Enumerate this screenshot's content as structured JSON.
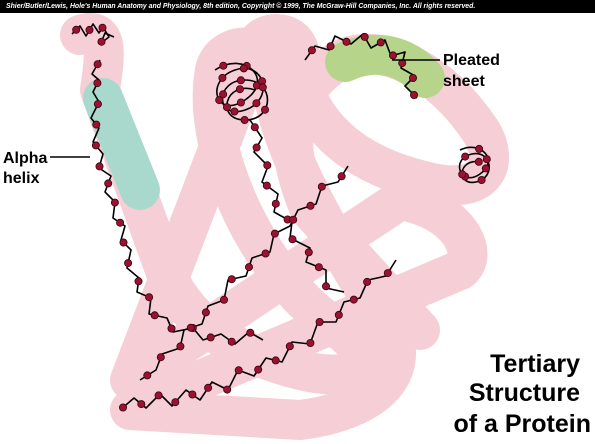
{
  "copyright": "Shier/Butler/Lewis, Hole's Human Anatomy and Physiology, 8th edition, Copyright © 1999, The McGraw-Hill Companies, Inc. All rights reserved.",
  "labels": {
    "alpha_helix_line1": "Alpha",
    "alpha_helix_line2": "helix",
    "pleated_sheet_line1": "Pleated",
    "pleated_sheet_line2": "sheet"
  },
  "title": {
    "line1": "Tertiary",
    "line2": "Structure",
    "line3": "of a Protein"
  },
  "colors": {
    "ribbon": "#f6cfd6",
    "helix_region": "#a9d8cd",
    "sheet_region": "#b6d48a",
    "chain": "#000000",
    "amino_acid": "#9a1230",
    "background": "#ffffff"
  }
}
